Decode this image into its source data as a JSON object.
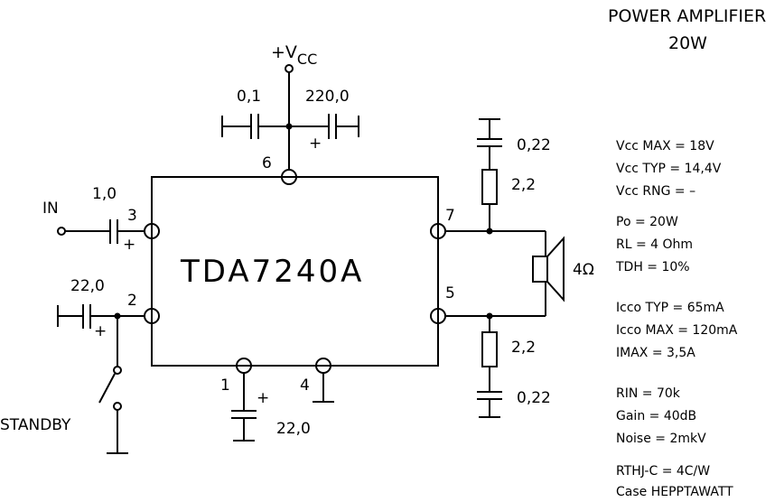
{
  "title": {
    "line1": "POWER AMPLIFIER",
    "line2": "20W"
  },
  "chip": {
    "name": "TDA7240A"
  },
  "supply": {
    "label": "+V",
    "subscript": "CC"
  },
  "pins": {
    "p1": "1",
    "p2": "2",
    "p3": "3",
    "p4": "4",
    "p5": "5",
    "p6": "6",
    "p7": "7"
  },
  "components": {
    "c_supply_small": "0,1",
    "c_supply_big": "220,0",
    "c_input": "1,0",
    "c_pin2": "22,0",
    "c_pin1": "22,0",
    "r_top": "2,2",
    "r_bottom": "2,2",
    "c_top": "0,22",
    "c_bottom": "0,22",
    "speaker": "4Ω",
    "plus": "+"
  },
  "labels": {
    "input": "IN",
    "standby": "STANDBY"
  },
  "specs": [
    "Vcc MAX = 18V",
    "Vcc TYP = 14,4V",
    "Vcc RNG = –",
    "Po = 20W",
    "RL = 4 Ohm",
    "TDH = 10%",
    "Icco TYP = 65mA",
    "Icco MAX = 120mA",
    "IMAX = 3,5A",
    "RIN = 70k",
    "Gain = 40dB",
    "Noise = 2mkV",
    "RTHJ-C = 4C/W",
    "Case HEPPTAWATT"
  ]
}
